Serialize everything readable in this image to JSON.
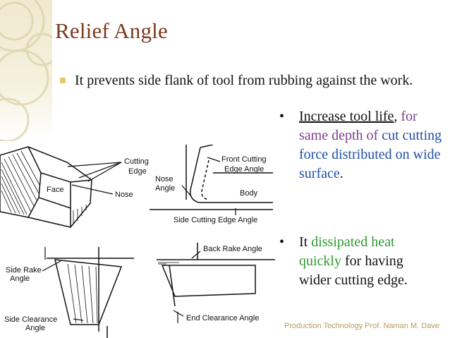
{
  "slide": {
    "title": "Relief Angle",
    "bullet": "It prevents side flank of tool from rubbing against the work.",
    "point1": {
      "dot": "•",
      "part_underlined": "Increase tool life",
      "part_comma": ",",
      "part_purple": "for same depth of",
      "part_blue": "cut cutting force distributed on wide surface",
      "part_end": "."
    },
    "point2": {
      "dot": "•",
      "part_start": "It ",
      "part_green1": "dissipated heat",
      "part_green2": "quickly",
      "part_end": " for having wider cutting edge."
    },
    "footer": "Production Technology  Prof. Naman M. Dave"
  },
  "figures": {
    "tool_3d": {
      "cutting_edge": "Cutting",
      "cutting_edge2": "Edge",
      "face": "Face",
      "nose": "Nose"
    },
    "tool_top": {
      "front_angle1": "Front Cutting",
      "front_angle2": "Edge Angle",
      "nose_angle1": "Nose",
      "nose_angle2": "Angle",
      "body": "Body",
      "side_angle": "Side Cutting Edge Angle"
    },
    "tool_side": {
      "rake1": "Side Rake",
      "rake2": "Angle",
      "clearance1": "Side Clearance",
      "clearance2": "Angle"
    },
    "tool_front": {
      "back_rake": "Back Rake Angle",
      "end_clearance": "End Clearance Angle"
    }
  },
  "colors": {
    "title": "#7a3a1e",
    "purple": "#7b3f8f",
    "blue": "#1e4fa8",
    "green": "#2e9a2e",
    "footer": "#b79e60",
    "band": "#efe9cf"
  }
}
